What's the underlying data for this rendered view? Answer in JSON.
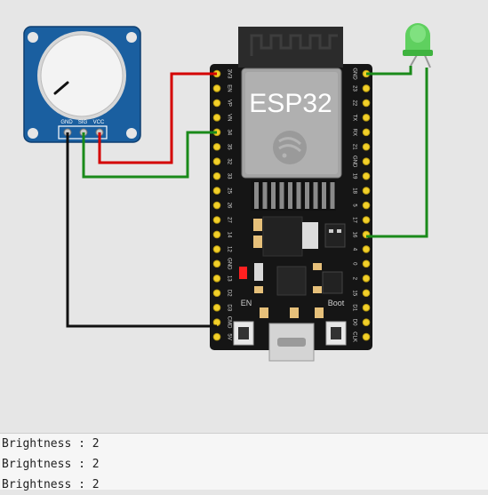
{
  "potentiometer": {
    "pin_labels": [
      "GND",
      "SIG",
      "VCC"
    ]
  },
  "esp32": {
    "title": "ESP32",
    "left_pins": [
      "3V3",
      "EN",
      "VP",
      "VN",
      "34",
      "35",
      "32",
      "33",
      "25",
      "26",
      "27",
      "14",
      "12",
      "GND",
      "13",
      "D2",
      "D3",
      "CMD",
      "5V"
    ],
    "right_pins": [
      "GND",
      "23",
      "22",
      "TX",
      "RX",
      "21",
      "GND",
      "19",
      "18",
      "5",
      "17",
      "16",
      "4",
      "0",
      "2",
      "15",
      "D1",
      "D0",
      "CLK"
    ],
    "en_label": "EN",
    "boot_label": "Boot"
  },
  "led": {
    "color": "green"
  },
  "wires": {
    "power": "#d40000",
    "signal": "#1a8a1a",
    "ground": "#111111",
    "led": "#1a8a1a"
  },
  "serial_monitor": {
    "lines": [
      "Brightness : 2",
      "Brightness : 2",
      "Brightness : 2"
    ]
  }
}
